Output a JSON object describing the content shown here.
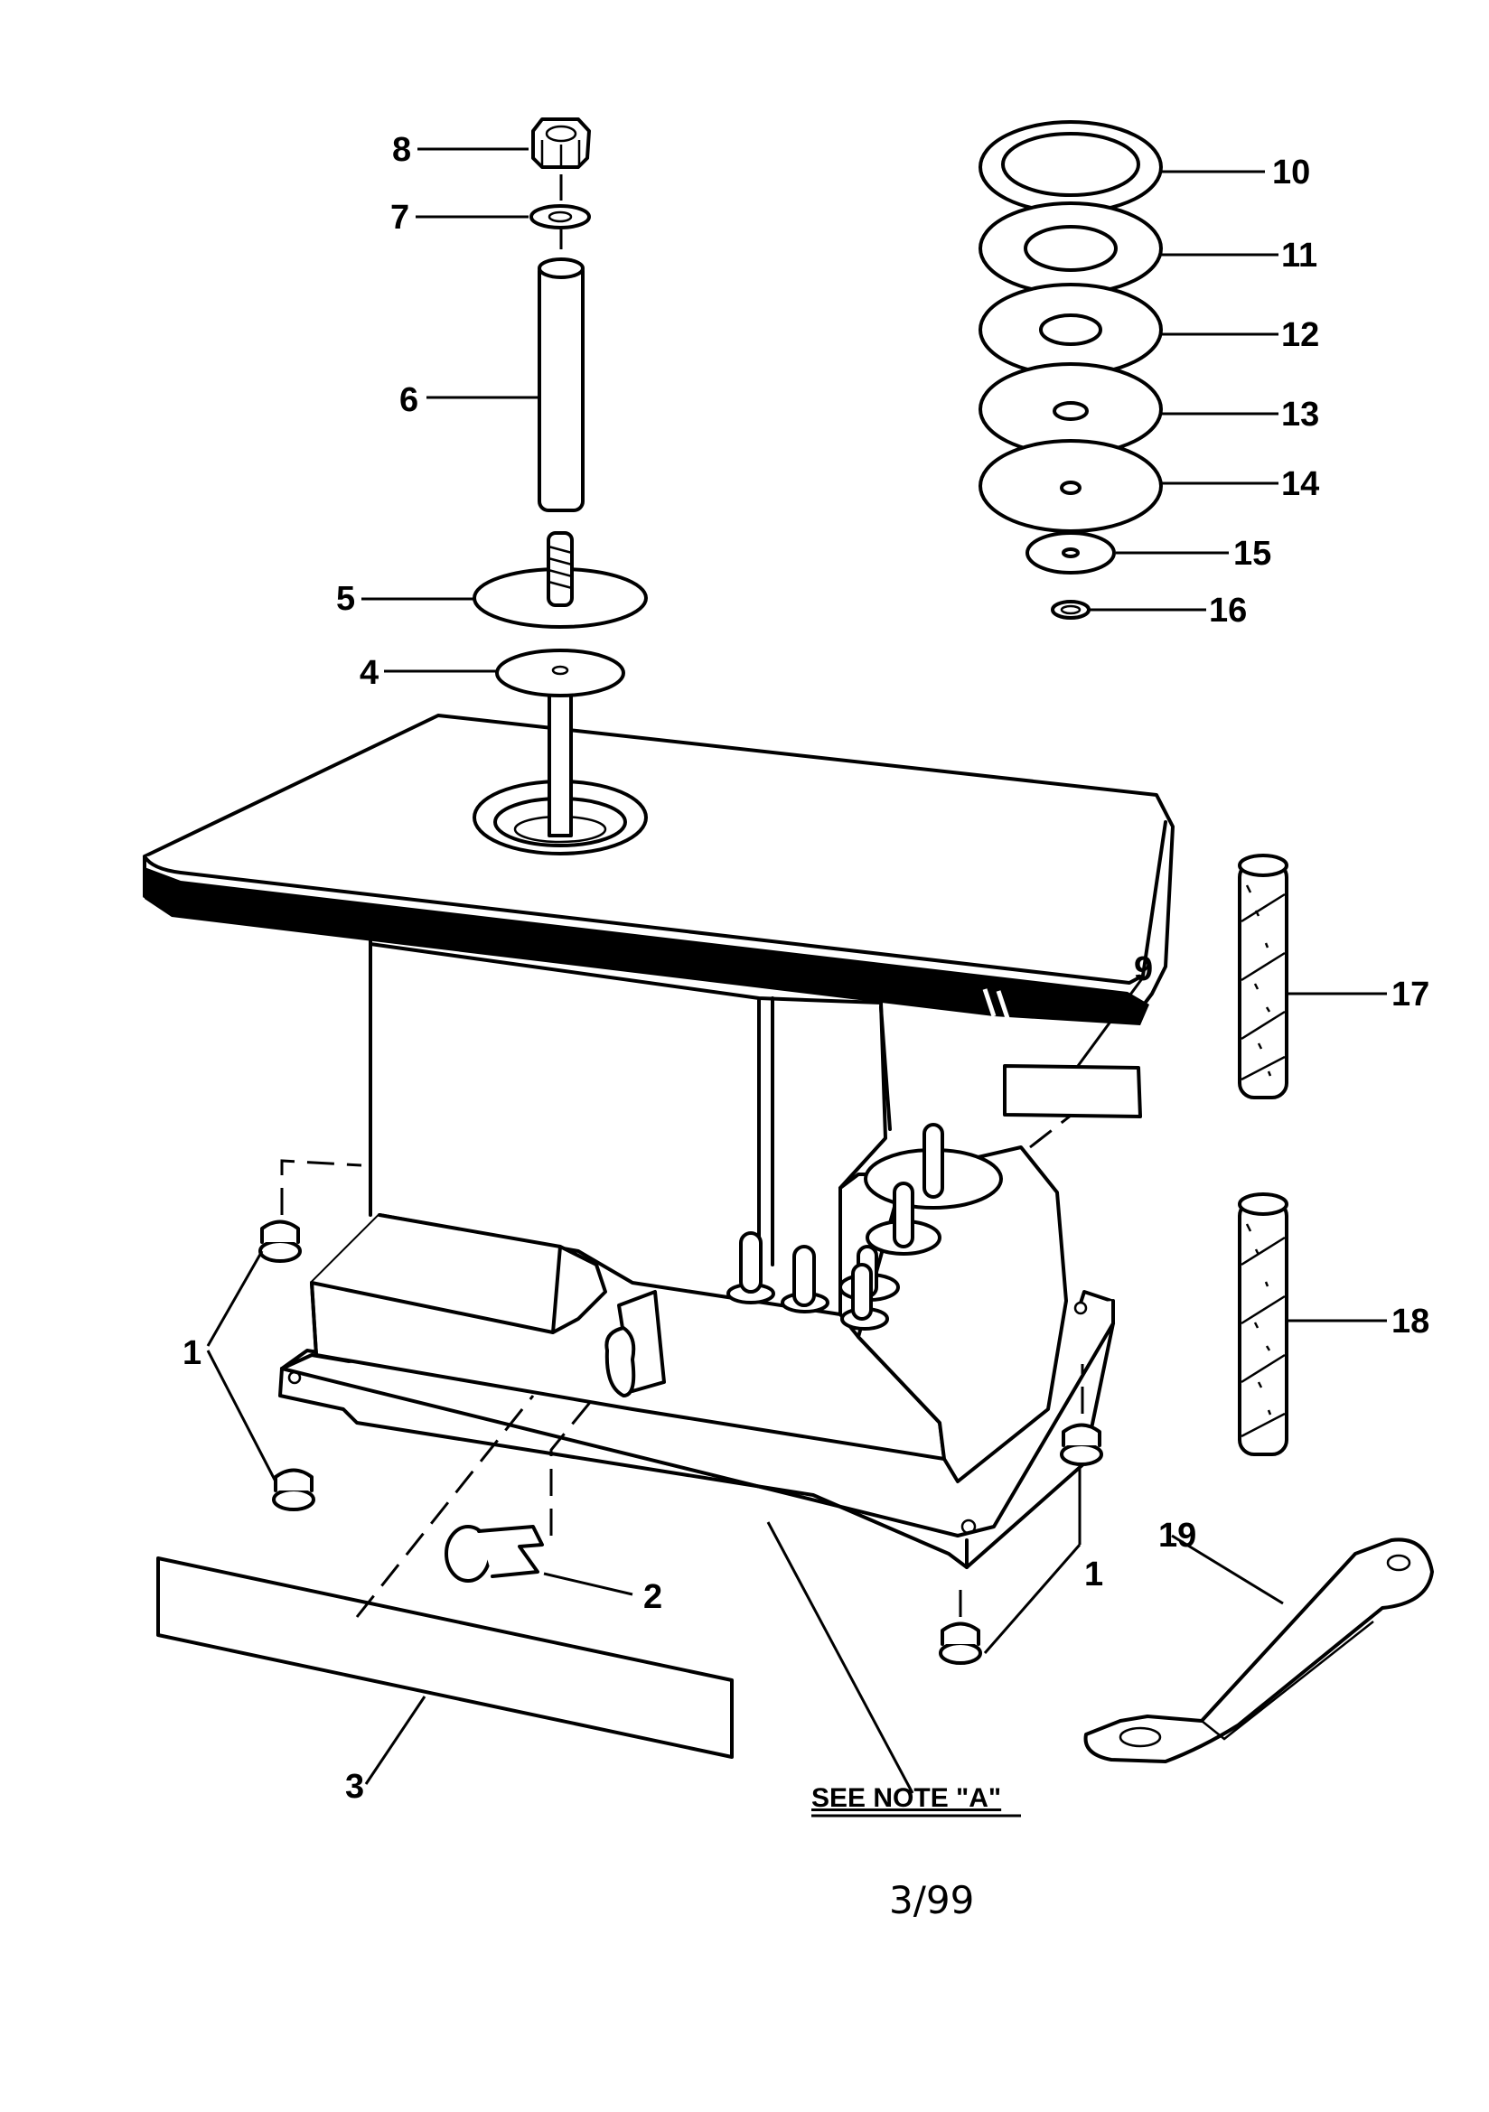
{
  "diagram": {
    "callouts": [
      "1",
      "1",
      "1",
      "2",
      "3",
      "4",
      "5",
      "6",
      "7",
      "8",
      "9",
      "10",
      "11",
      "12",
      "13",
      "14",
      "15",
      "16",
      "17",
      "18",
      "19"
    ],
    "note": "SEE NOTE \"A\"",
    "page_number": "3/99"
  }
}
